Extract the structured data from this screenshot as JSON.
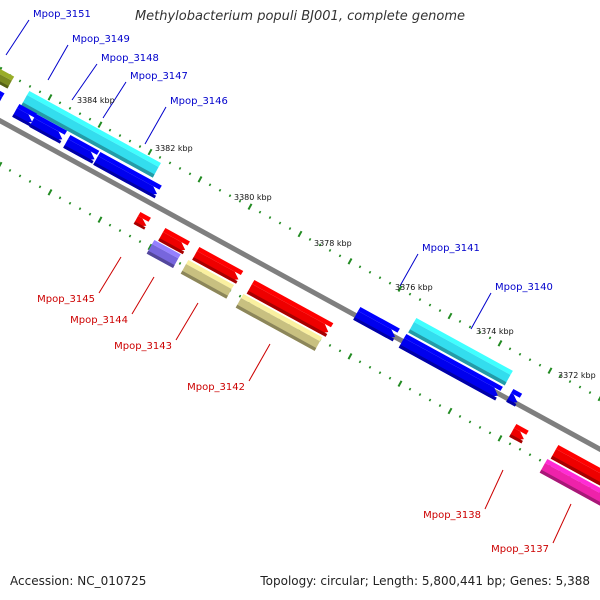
{
  "title": "Methylobacterium populi BJ001, complete genome",
  "footer": {
    "accession": "Accession: NC_010725",
    "summary": "Topology: circular; Length: 5,800,441 bp; Genes: 5,388"
  },
  "colors": {
    "backbone": "#7f7f7f",
    "tick": "#228b22",
    "forward_label": "#0000cc",
    "reverse_label": "#cc0000",
    "blue": "#0000ee",
    "cyan": "#33ddee",
    "red": "#ee0000",
    "khaki": "#c8c080",
    "purple": "#7766dd",
    "magenta": "#ee22aa",
    "olive": "#7a8a20"
  },
  "kbp_labels": [
    "3384 kbp",
    "3382 kbp",
    "3380 kbp",
    "3378 kbp",
    "3376 kbp",
    "3374 kbp",
    "3372 kbp"
  ],
  "forward_genes": [
    "Mpop_3151",
    "Mpop_3149",
    "Mpop_3148",
    "Mpop_3147",
    "Mpop_3146",
    "Mpop_3141",
    "Mpop_3140"
  ],
  "reverse_genes": [
    "Mpop_3145",
    "Mpop_3144",
    "Mpop_3143",
    "Mpop_3142",
    "Mpop_3138",
    "Mpop_3137"
  ]
}
